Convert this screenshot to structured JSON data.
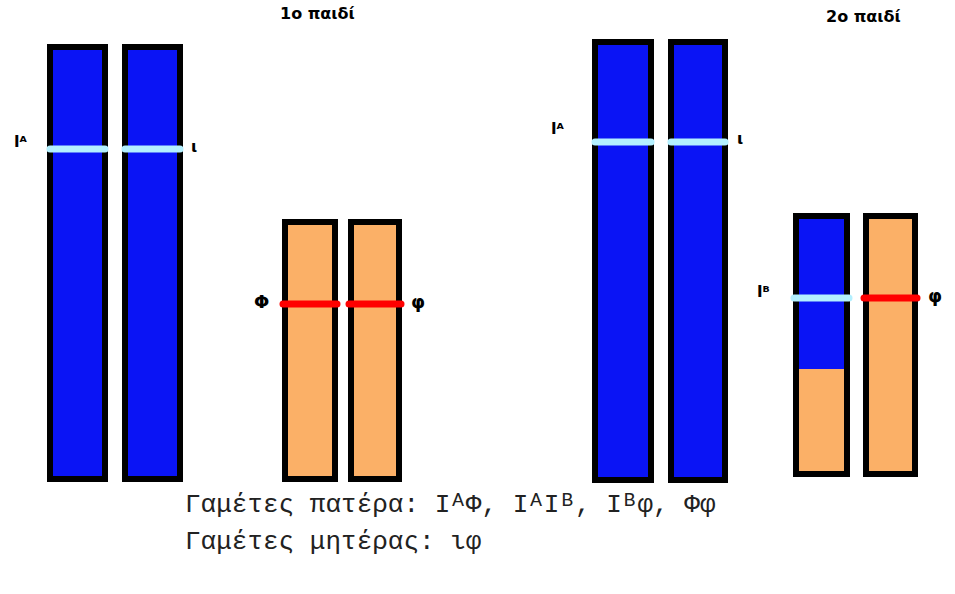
{
  "diagram": {
    "labels": [
      "1ο παιδί",
      "Iᴬ",
      "ι",
      "Φ",
      "φ",
      "2ο παιδί",
      "Iᴬ",
      "ι",
      "Iᴮ",
      "φ",
      "Γαμέτες πατέρα: IᴬΦ, IᴬIᴮ, Iᴮφ, Φφ",
      "Γαμέτες μητέρας: ιφ"
    ]
  }
}
